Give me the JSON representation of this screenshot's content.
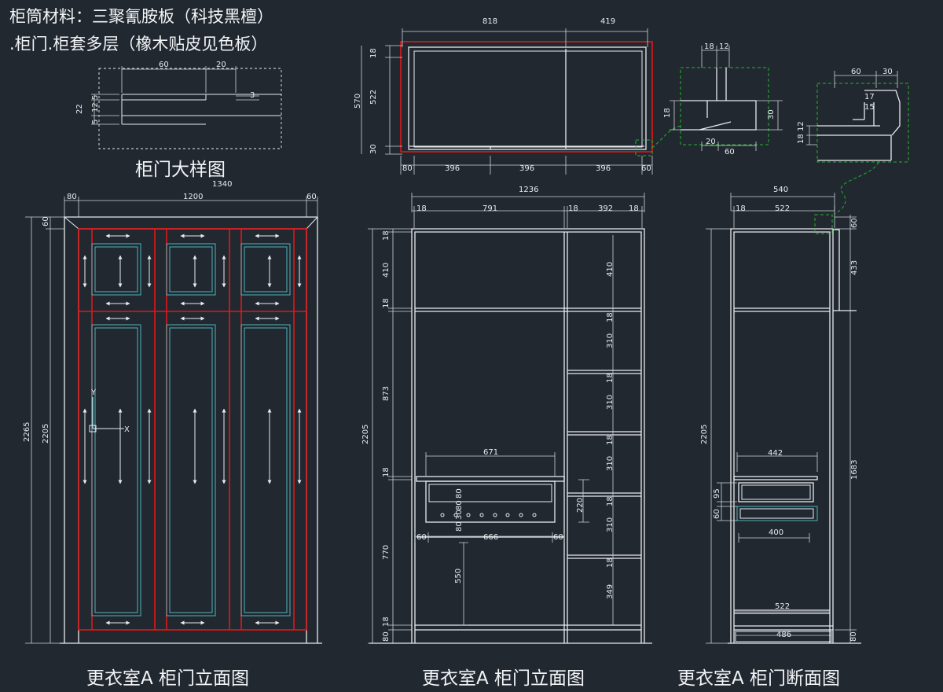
{
  "notes": {
    "material_line1": "柜筒材料：三聚氰胺板（科技黑檀）",
    "material_line2": ".柜门.柜套多层（橡木贴皮见色板）"
  },
  "titles": {
    "door_detail": "柜门大样图",
    "front_elevation": "更衣室A 柜门立面图",
    "interior_elevation": "更衣室A 柜门立面图",
    "section": "更衣室A 柜门断面图"
  },
  "dimensions": {
    "door_detail": {
      "d60": "60",
      "d20": "20",
      "d3": "3",
      "d22": "22",
      "d5a": "5",
      "d12": "12",
      "d5b": "5"
    },
    "top_plan": {
      "w818": "818",
      "w419": "419",
      "h570": "570",
      "h18": "18",
      "h522": "522",
      "h30": "30",
      "b80": "80",
      "b396a": "396",
      "b396b": "396",
      "b396c": "396",
      "b60": "60"
    },
    "detail1": {
      "d18": "18",
      "d12": "12",
      "d18b": "18",
      "d30": "30",
      "d20": "20",
      "d60": "60"
    },
    "detail2": {
      "d60": "60",
      "d30": "30",
      "d17": "17",
      "d15": "15",
      "d18": "18",
      "d12": "12"
    },
    "front": {
      "total": "1340",
      "left": "80",
      "middle": "1200",
      "right": "60",
      "h2265": "2265",
      "h2205": "2205",
      "h60": "60"
    },
    "interior": {
      "total": "1236",
      "s18a": "18",
      "w791": "791",
      "s18b": "18",
      "w392": "392",
      "s18c": "18",
      "h2205": "2205",
      "h18a": "18",
      "h410": "410",
      "h18b": "18",
      "h873": "873",
      "h18c": "18",
      "h770": "770",
      "h18d": "18",
      "h80": "80",
      "r410": "410",
      "r18a": "18",
      "r310a": "310",
      "r18b": "18",
      "r310b": "310",
      "r18c": "18",
      "r310c": "310",
      "r18d": "18",
      "r310d": "310",
      "r18e": "18",
      "r349": "349",
      "w671": "671",
      "b60a": "60",
      "w666": "666",
      "b60b": "60",
      "h220": "220",
      "h550": "550",
      "v80a": "80",
      "v80b": "80",
      "v30": "30",
      "v80c": "80"
    },
    "section": {
      "total": "540",
      "s18": "18",
      "w522": "522",
      "h2205": "2205",
      "h60": "60",
      "h433": "433",
      "h1683": "1683",
      "w442": "442",
      "h95": "95",
      "h60b": "60",
      "w400": "400",
      "w522b": "522",
      "w486": "486",
      "h80": "80"
    }
  }
}
